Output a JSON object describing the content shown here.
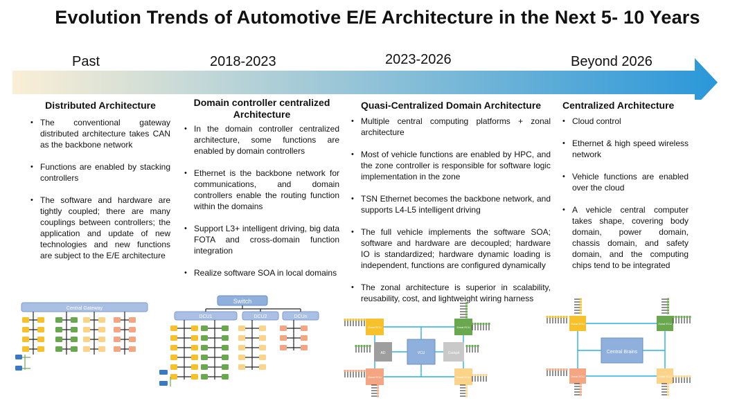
{
  "title": "Evolution Trends of Automotive E/E Architecture in the Next 5- 10 Years",
  "timeline": {
    "periods": [
      "Past",
      "2018-2023",
      "2023-2026",
      "Beyond 2026"
    ],
    "colors": {
      "start": "#fbefd6",
      "end": "#2a97d9"
    }
  },
  "columns": [
    {
      "heading": "Distributed Architecture",
      "bullets": [
        "The conventional gateway distributed architecture takes CAN as the backbone network",
        "Functions are enabled by stacking controllers",
        "The software and hardware are tightly coupled; there are many couplings between controllers; the application and update of new technologies and new functions are subject to the E/E architecture"
      ]
    },
    {
      "heading": "Domain controller centralized Architecture",
      "bullets": [
        "In the domain controller centralized architecture, some functions are enabled by domain controllers",
        "Ethernet is the backbone network for communications, and domain controllers enable the routing function within the domains",
        "Support L3+ intelligent driving, big data FOTA and cross-domain function integration",
        "Realize software SOA in local domains"
      ]
    },
    {
      "heading": "Quasi-Centralized Domain Architecture",
      "bullets": [
        "Multiple central computing platforms + zonal architecture",
        "Most of vehicle functions are enabled by HPC, and the zone controller is responsible for software logic implementation in the zone",
        "TSN Ethernet becomes the backbone network, and supports L4-L5 intelligent driving",
        "The full vehicle implements the software SOA; software and hardware are decoupled; hardware IO is standardized; hardware dynamic loading is independent, functions are configured dynamically",
        "The zonal architecture is superior in scalability, reusability, cost, and lightweight wiring harness"
      ]
    },
    {
      "heading": "Centralized Architecture",
      "bullets": [
        "Cloud control",
        "Ethernet & high speed wireless network",
        "Vehicle functions are enabled over the cloud",
        "A vehicle central computer takes shape, covering body domain, power domain, chassis domain, and safety domain, and the computing chips tend to be integrated"
      ]
    }
  ],
  "diagrams": {
    "distributed": {
      "gateway": "Central Gateway"
    },
    "domain": {
      "switch": "Switch",
      "dcus": [
        "DCU1",
        "DCU2",
        "DCUn"
      ]
    },
    "quasi": {
      "center": "VCU",
      "left": "AD",
      "right": "Cockpit",
      "zone": "Zonal ECU"
    },
    "centralized": {
      "center": "Central Brains",
      "zone": "Zonal ECU"
    },
    "colors": {
      "yellow": "#f6c12b",
      "green": "#6aa84f",
      "peach": "#f4a582",
      "lightyellow": "#fbd48a",
      "blue": "#8fb0dd",
      "line": "#2ab0e4",
      "dark": "#222222"
    }
  }
}
